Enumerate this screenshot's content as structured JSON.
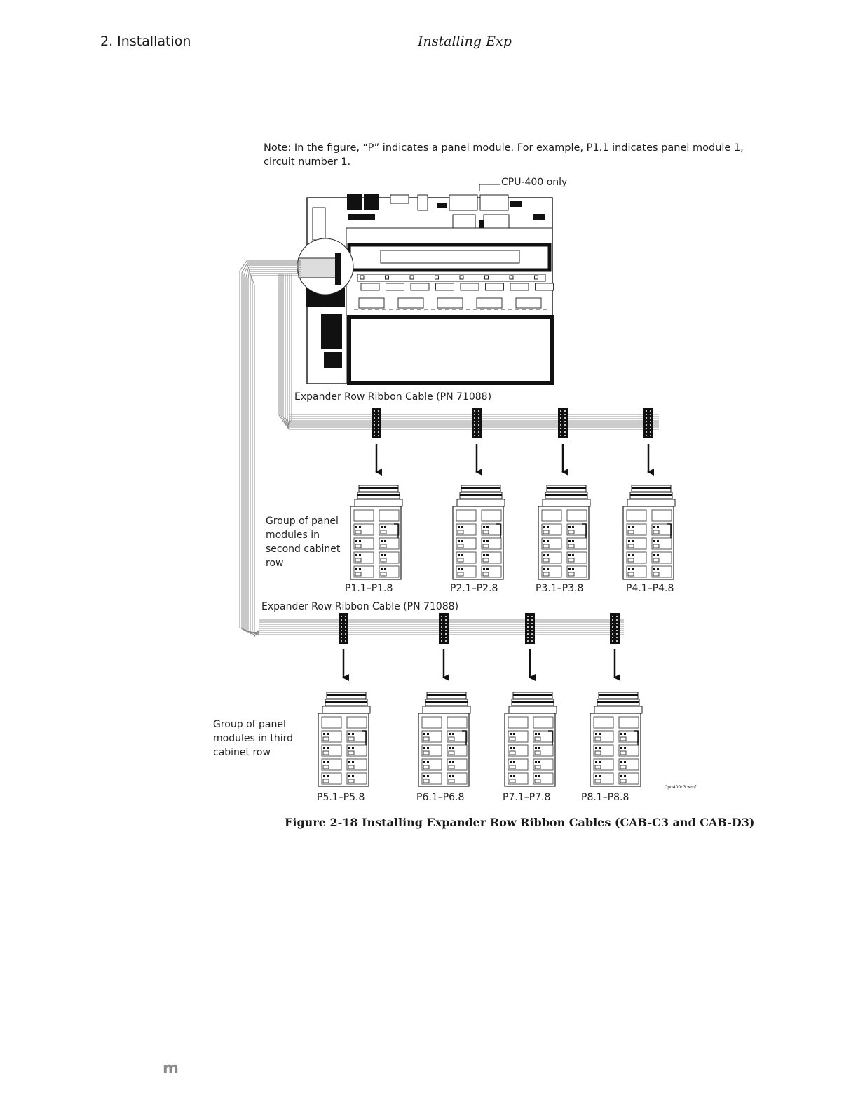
{
  "header": {
    "section": "2. Installation",
    "chapter": "Installing Exp"
  },
  "note": "Note: In the figure, “P” indicates a panel module.  For example, P1.1 indicates panel module 1, circuit number 1.",
  "diagram": {
    "cpu_label": "CPU-400 only",
    "cable_label_1": "Expander Row Ribbon Cable (PN 71088)",
    "cable_label_2": "Expander Row Ribbon Cable (PN 71088)",
    "group2_label": [
      "Group of panel",
      "modules in",
      "second cabinet",
      "row"
    ],
    "group3_label": [
      "Group of panel",
      "modules in third",
      "cabinet row"
    ],
    "row2_modules": [
      "P1.1–P1.8",
      "P2.1–P2.8",
      "P3.1–P3.8",
      "P4.1–P4.8"
    ],
    "row3_modules": [
      "P5.1–P5.8",
      "P6.1–P6.8",
      "P7.1–P7.8",
      "P8.1–P8.8"
    ],
    "file_tag": "Cpu400c3.wmf"
  },
  "caption": "Figure 2-18  Installing Expander Row Ribbon Cables (CAB-C3 and CAB-D3)",
  "footer_mark": "m"
}
